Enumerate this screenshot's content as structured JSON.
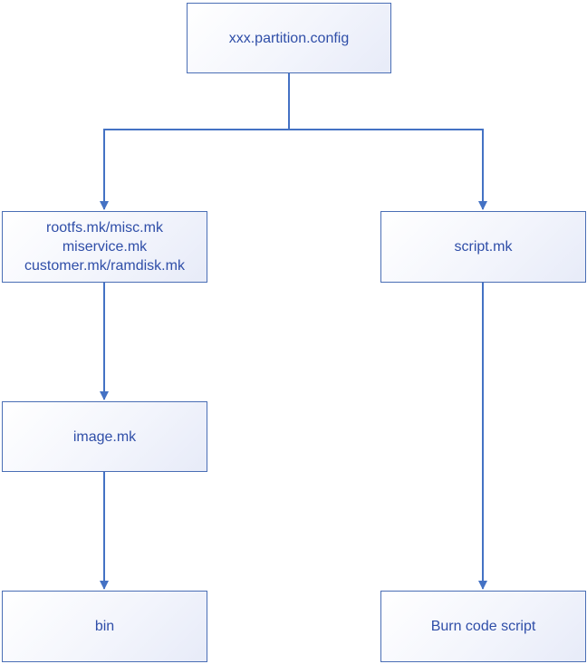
{
  "diagram": {
    "colors": {
      "line": "#4472c4",
      "text": "#2f4ea8",
      "border": "#4a6eb5"
    },
    "nodes": {
      "config": {
        "label": "xxx.partition.config"
      },
      "makes": {
        "lines": [
          "rootfs.mk/misc.mk",
          "miservice.mk",
          "customer.mk/ramdisk.mk"
        ]
      },
      "script": {
        "label": "script.mk"
      },
      "image": {
        "label": "image.mk"
      },
      "bin": {
        "label": "bin"
      },
      "burn": {
        "label": "Burn code script"
      }
    },
    "edges": [
      {
        "from": "config",
        "to": "makes"
      },
      {
        "from": "config",
        "to": "script"
      },
      {
        "from": "makes",
        "to": "image"
      },
      {
        "from": "image",
        "to": "bin"
      },
      {
        "from": "script",
        "to": "burn"
      }
    ]
  }
}
